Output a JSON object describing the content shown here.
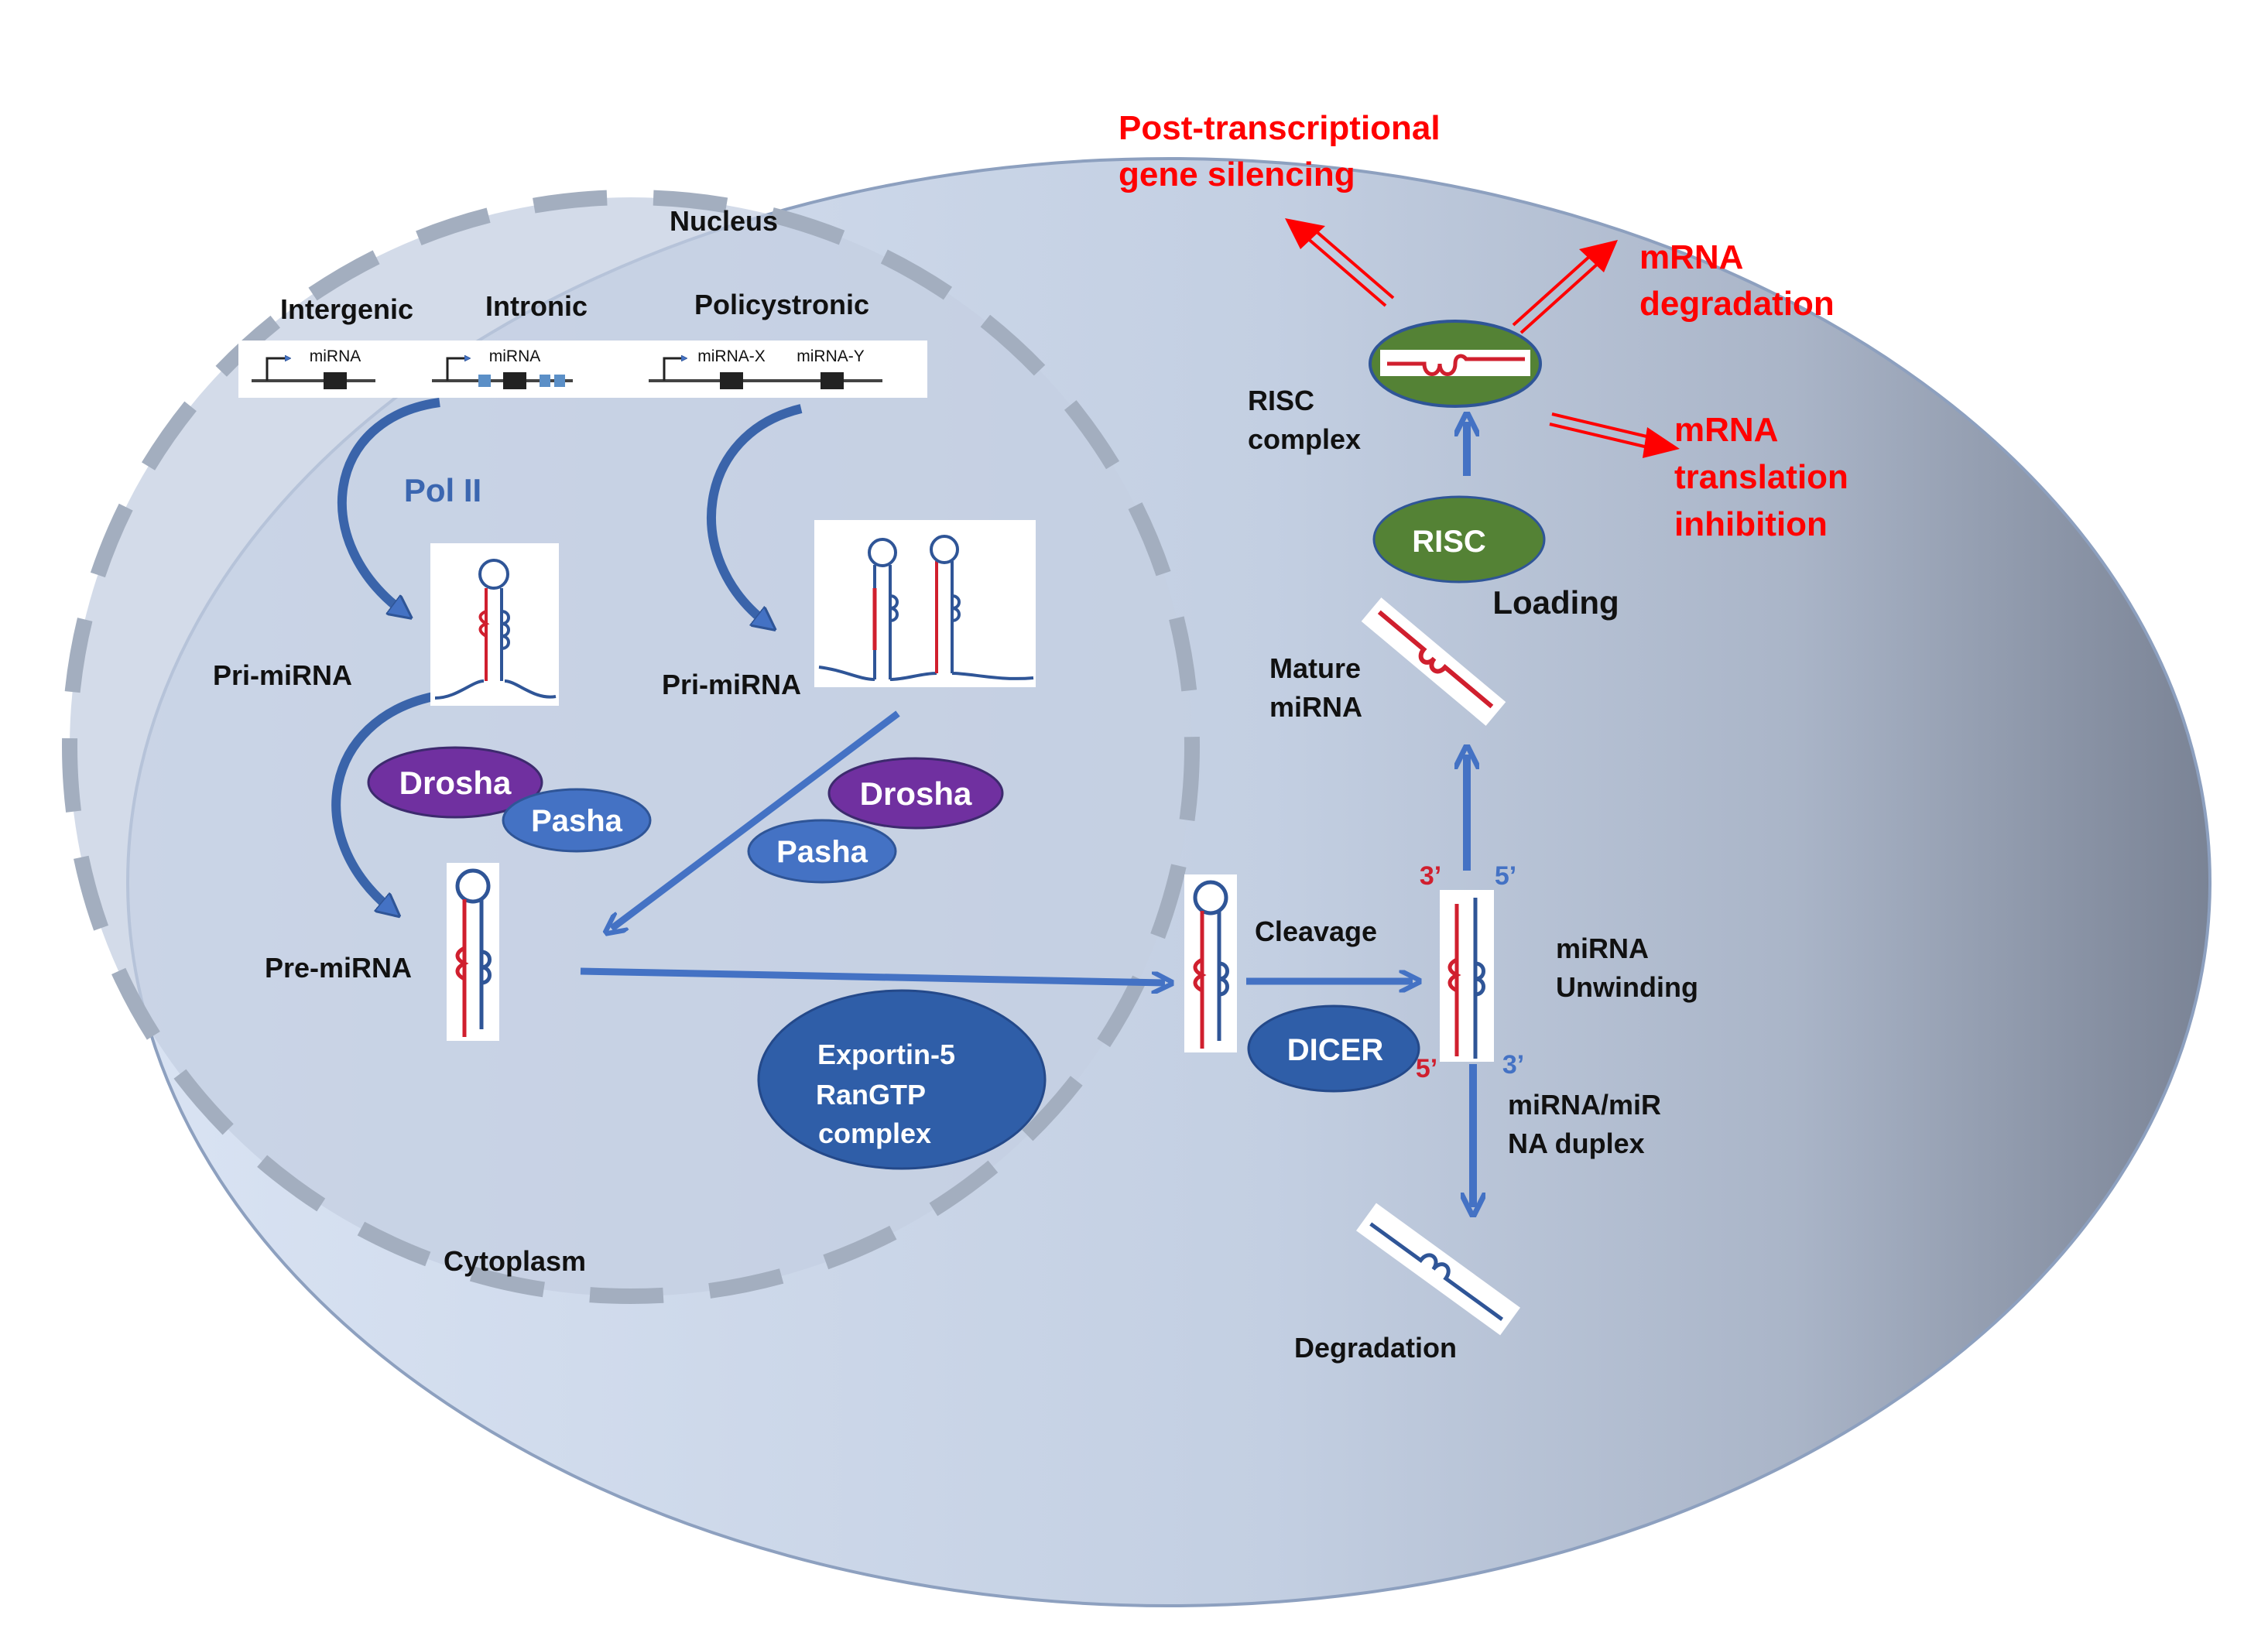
{
  "labels": {
    "nucleus": "Nucleus",
    "cytoplasm": "Cytoplasm",
    "intergenic": "Intergenic",
    "intronic": "Intronic",
    "policystronic": "Policystronic",
    "gene_mirna_1": "miRNA",
    "gene_mirna_2": "miRNA",
    "gene_mirna_x": "miRNA-X",
    "gene_mirna_y": "miRNA-Y",
    "pol_ii": "Pol II",
    "pri_mirna_left": "Pri-miRNA",
    "pri_mirna_right": "Pri-miRNA",
    "pre_mirna": "Pre-miRNA",
    "cleavage": "Cleavage",
    "mirna_unwinding": [
      "miRNA",
      "Unwinding"
    ],
    "mirna_duplex": [
      "miRNA/miR",
      "NA duplex"
    ],
    "degradation": "Degradation",
    "mature_mirna": [
      "Mature",
      "miRNA"
    ],
    "loading": "Loading",
    "risc_complex": [
      "RISC",
      "complex"
    ],
    "prime_3_red": "3’",
    "prime_5_blue": "5’",
    "prime_5_red": "5’",
    "prime_3_blue": "3’"
  },
  "complexes": {
    "drosha_1": "Drosha",
    "pasha_1": "Pasha",
    "drosha_2": "Drosha",
    "pasha_2": "Pasha",
    "exportin": [
      "Exportin-5",
      "RanGTP",
      "complex"
    ],
    "dicer": "DICER",
    "risc": "RISC"
  },
  "outcomes": {
    "silencing": [
      "Post-transcriptional",
      "gene silencing"
    ],
    "degradation": [
      "mRNA",
      "degradation"
    ],
    "inhibition": [
      "mRNA",
      "translation",
      "inhibition"
    ]
  },
  "colors": {
    "cell_light": "#d6e0f0",
    "cell_dark": "#7c8597",
    "nucleus_fill": "#c2cde0",
    "nucleus_dash": "#a3aebf",
    "arrow_blue": "#4472c4",
    "arrow_dark": "#2f5597",
    "drosha": "#7030a0",
    "pasha": "#4472c4",
    "exportin": "#2f5597",
    "risc": "#548235",
    "strand_red": "#d01f2e",
    "strand_blue": "#2f5597",
    "outcome_red": "#ff0000"
  }
}
